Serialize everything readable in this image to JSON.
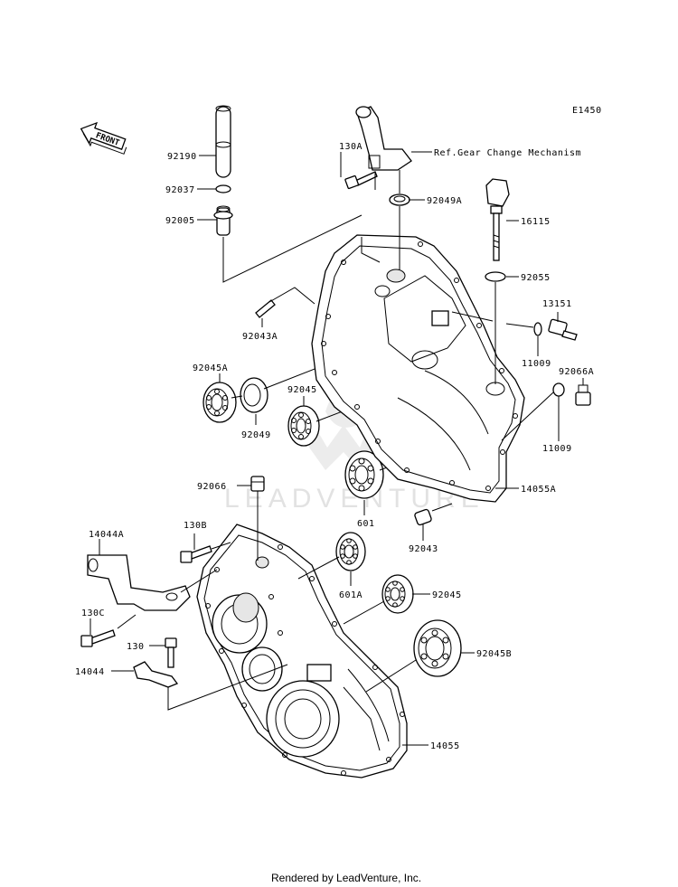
{
  "diagram_code": "E1450",
  "front_label": "FRONT",
  "watermark": "LEADVENTURE",
  "footer": "Rendered by LeadVenture, Inc.",
  "callouts": {
    "p92190": "92190",
    "p92037": "92037",
    "p92005": "92005",
    "p92043A": "92043A",
    "p92045A": "92045A",
    "p92049": "92049",
    "p92045_top": "92045",
    "p601": "601",
    "p130A": "130A",
    "refGear": "Ref.Gear Change Mechanism",
    "p92049A": "92049A",
    "p16115": "16115",
    "p92055": "92055",
    "p13151": "13151",
    "p11009_top": "11009",
    "p92066A": "92066A",
    "p11009_bot": "11009",
    "p14055A": "14055A",
    "p92043": "92043",
    "p92066": "92066",
    "p130B": "130B",
    "p14044A": "14044A",
    "p130C": "130C",
    "p130": "130",
    "p14044": "14044",
    "p601A": "601A",
    "p92045_bot": "92045",
    "p92045B": "92045B",
    "p14055": "14055"
  }
}
